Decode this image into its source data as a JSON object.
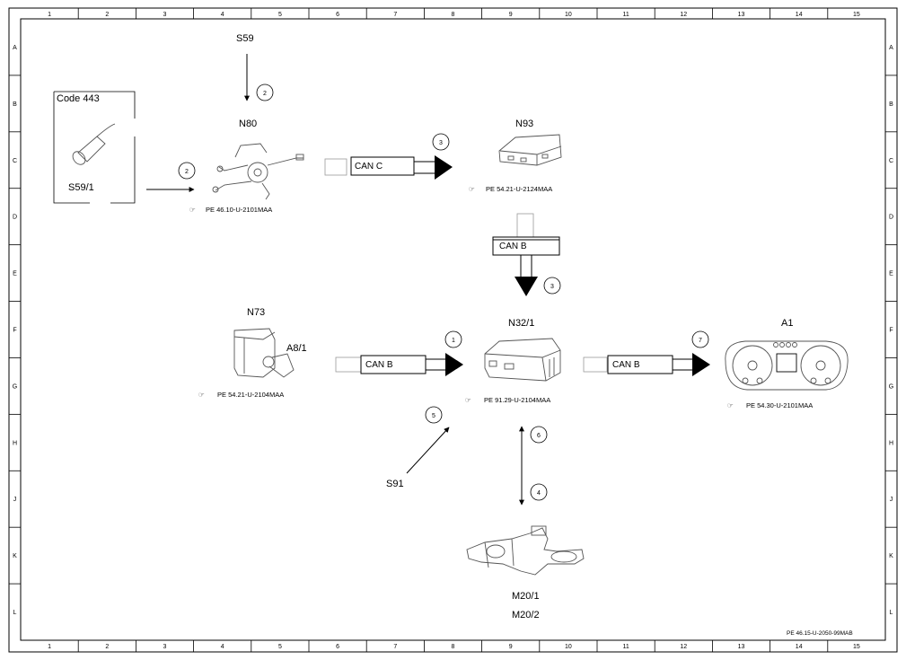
{
  "grid": {
    "columns": [
      "1",
      "2",
      "3",
      "4",
      "5",
      "6",
      "7",
      "8",
      "9",
      "10",
      "11",
      "12",
      "13",
      "14",
      "15"
    ],
    "rows": [
      "A",
      "B",
      "C",
      "D",
      "E",
      "F",
      "G",
      "H",
      "J",
      "K",
      "L"
    ]
  },
  "components": {
    "code443": "Code 443",
    "s59_1": "S59/1",
    "s59": "S59",
    "n80": "N80",
    "n93": "N93",
    "n73": "N73",
    "a8_1": "A8/1",
    "n32_1": "N32/1",
    "a1": "A1",
    "s91": "S91",
    "m20_1": "M20/1",
    "m20_2": "M20/2"
  },
  "refs": {
    "n80": "PE 46.10-U-2101MAA",
    "n93": "PE 54.21-U-2124MAA",
    "n73": "PE 54.21-U-2104MAA",
    "n32_1": "PE 91.29-U-2104MAA",
    "a1": "PE 54.30-U-2101MAA"
  },
  "buses": {
    "n80_n93": "CAN C",
    "n93_n32": "CAN B",
    "n73_n32": "CAN B",
    "n32_a1": "CAN B"
  },
  "step_numbers": {
    "s59_n80": "2",
    "s59_1_n80": "2",
    "n80_n93": "3",
    "n93_n32": "3",
    "n73_n32": "1",
    "n32_a1": "7",
    "s91_n32": "5",
    "n32_m20_up": "6",
    "n32_m20_down": "4"
  },
  "footer_code": "PE 46.15-U-2050-99MAB",
  "colors": {
    "line": "#000000",
    "component": "#555555",
    "background": "#ffffff"
  }
}
